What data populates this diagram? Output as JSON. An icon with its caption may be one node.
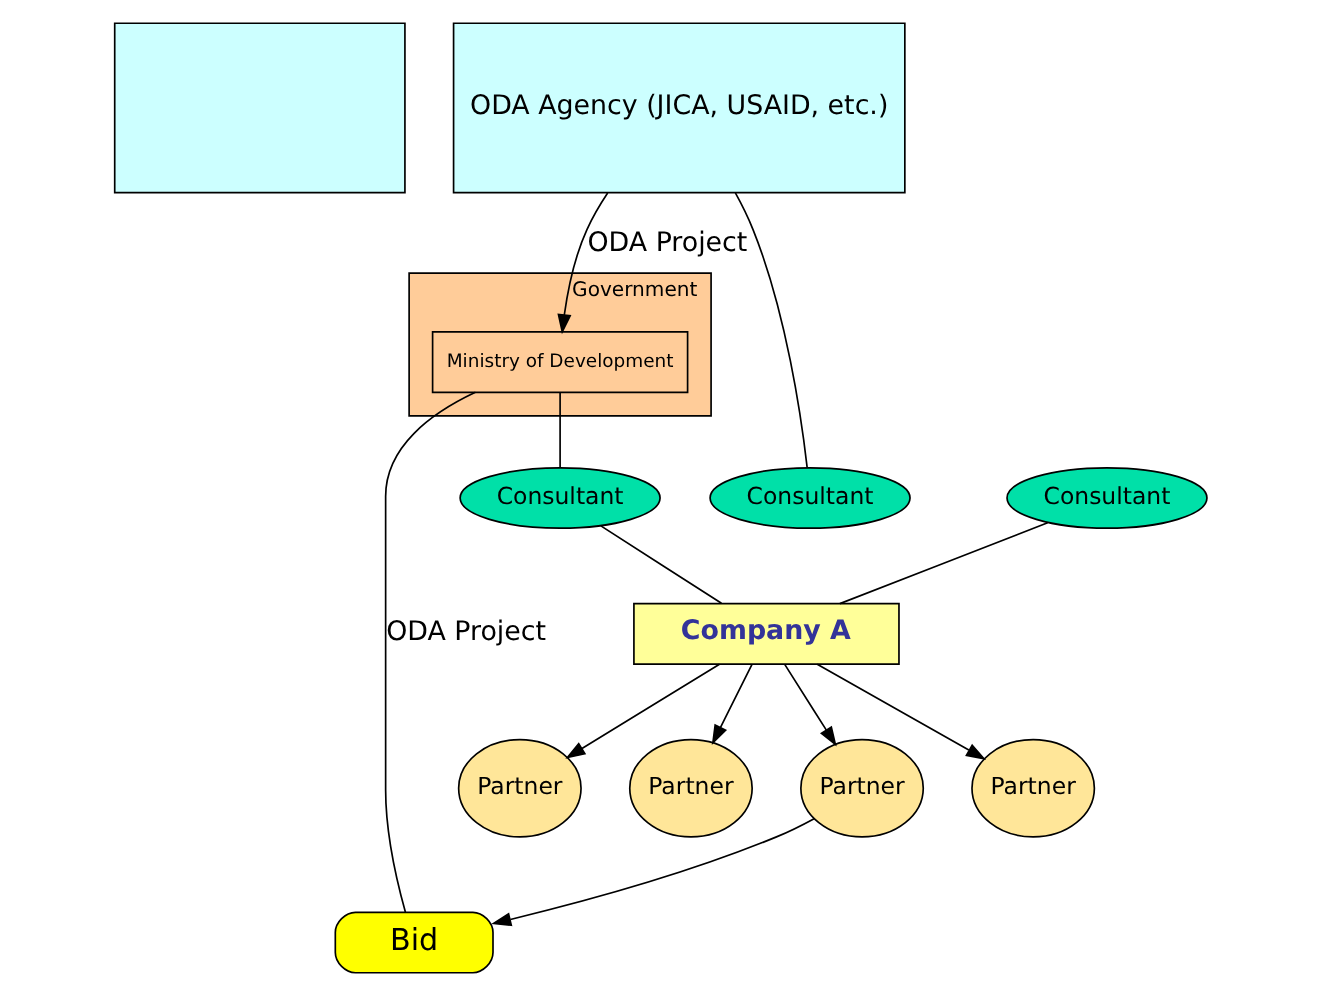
{
  "diagram": {
    "nodes": [
      {
        "text": [],
        "shape": "box"
      },
      {
        "text": [
          "ODA Agency (JICA, USAID, etc.)"
        ]
      },
      {
        "text": [
          "Government"
        ]
      },
      {
        "text": [
          "Ministry of Development"
        ],
        "in": 2
      },
      {
        "text": [
          "Consultant"
        ]
      },
      {
        "text": [
          "Consultant"
        ]
      },
      {
        "text": [
          "Consultant"
        ]
      },
      {
        "text": [
          "Bid"
        ]
      },
      {
        "text": [
          "Company A"
        ]
      },
      {
        "text": [
          "Partner"
        ]
      },
      {
        "text": [
          "Partner"
        ]
      },
      {
        "text": [
          "Partner"
        ]
      },
      {
        "text": [
          "Partner"
        ]
      }
    ],
    "edges": [
      {
        "from": 1,
        "to": 3,
        "arrow": "to",
        "label": "ODA Project"
      },
      {
        "from": 3,
        "to": 7,
        "arrow": "none",
        "label": "ODA Project"
      },
      {
        "from": 1,
        "to": 4,
        "arrow": "none"
      },
      {
        "from": 5,
        "to": 8,
        "arrow": "none"
      },
      {
        "from": 3,
        "to": 6,
        "arrow": "none"
      },
      {
        "from": 6,
        "to": 8,
        "arrow": "none"
      },
      {
        "from": 8,
        "to": 9,
        "arrow": "to"
      },
      {
        "from": 8,
        "to": 10,
        "arrow": "to"
      },
      {
        "from": 8,
        "to": 11,
        "arrow": "to"
      },
      {
        "from": 8,
        "to": 12,
        "arrow": "to"
      },
      {
        "from": 12,
        "to": 7,
        "arrow": "to"
      }
    ]
  }
}
